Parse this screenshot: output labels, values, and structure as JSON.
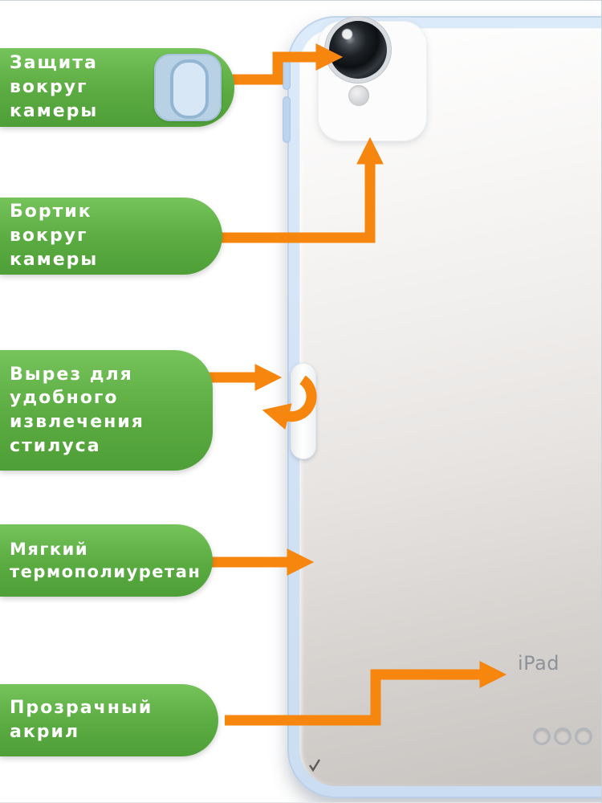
{
  "colors": {
    "label_green_top": "#76c35b",
    "label_green_bottom": "#4f9f38",
    "arrow_orange": "#f6860d",
    "case_blue": "#d6e5f7",
    "acrylic_gray": "#d8d4d1",
    "label_text_white": "#ffffff",
    "ipad_logo_gray": "#8d9299"
  },
  "callouts": [
    {
      "id": "camera-protection",
      "text": "Защита\nвокруг\nкамеры"
    },
    {
      "id": "camera-rim",
      "text": "Бортик\nвокруг\nкамеры"
    },
    {
      "id": "stylus-cutout",
      "text": "Вырез для\nудобного\nизвлечения\nстилуса"
    },
    {
      "id": "soft-tpu",
      "text": "Мягкий\nтермополиуретан"
    },
    {
      "id": "clear-acrylic",
      "text": "Прозрачный\nакрил"
    }
  ],
  "device": {
    "logo": "iPad"
  }
}
